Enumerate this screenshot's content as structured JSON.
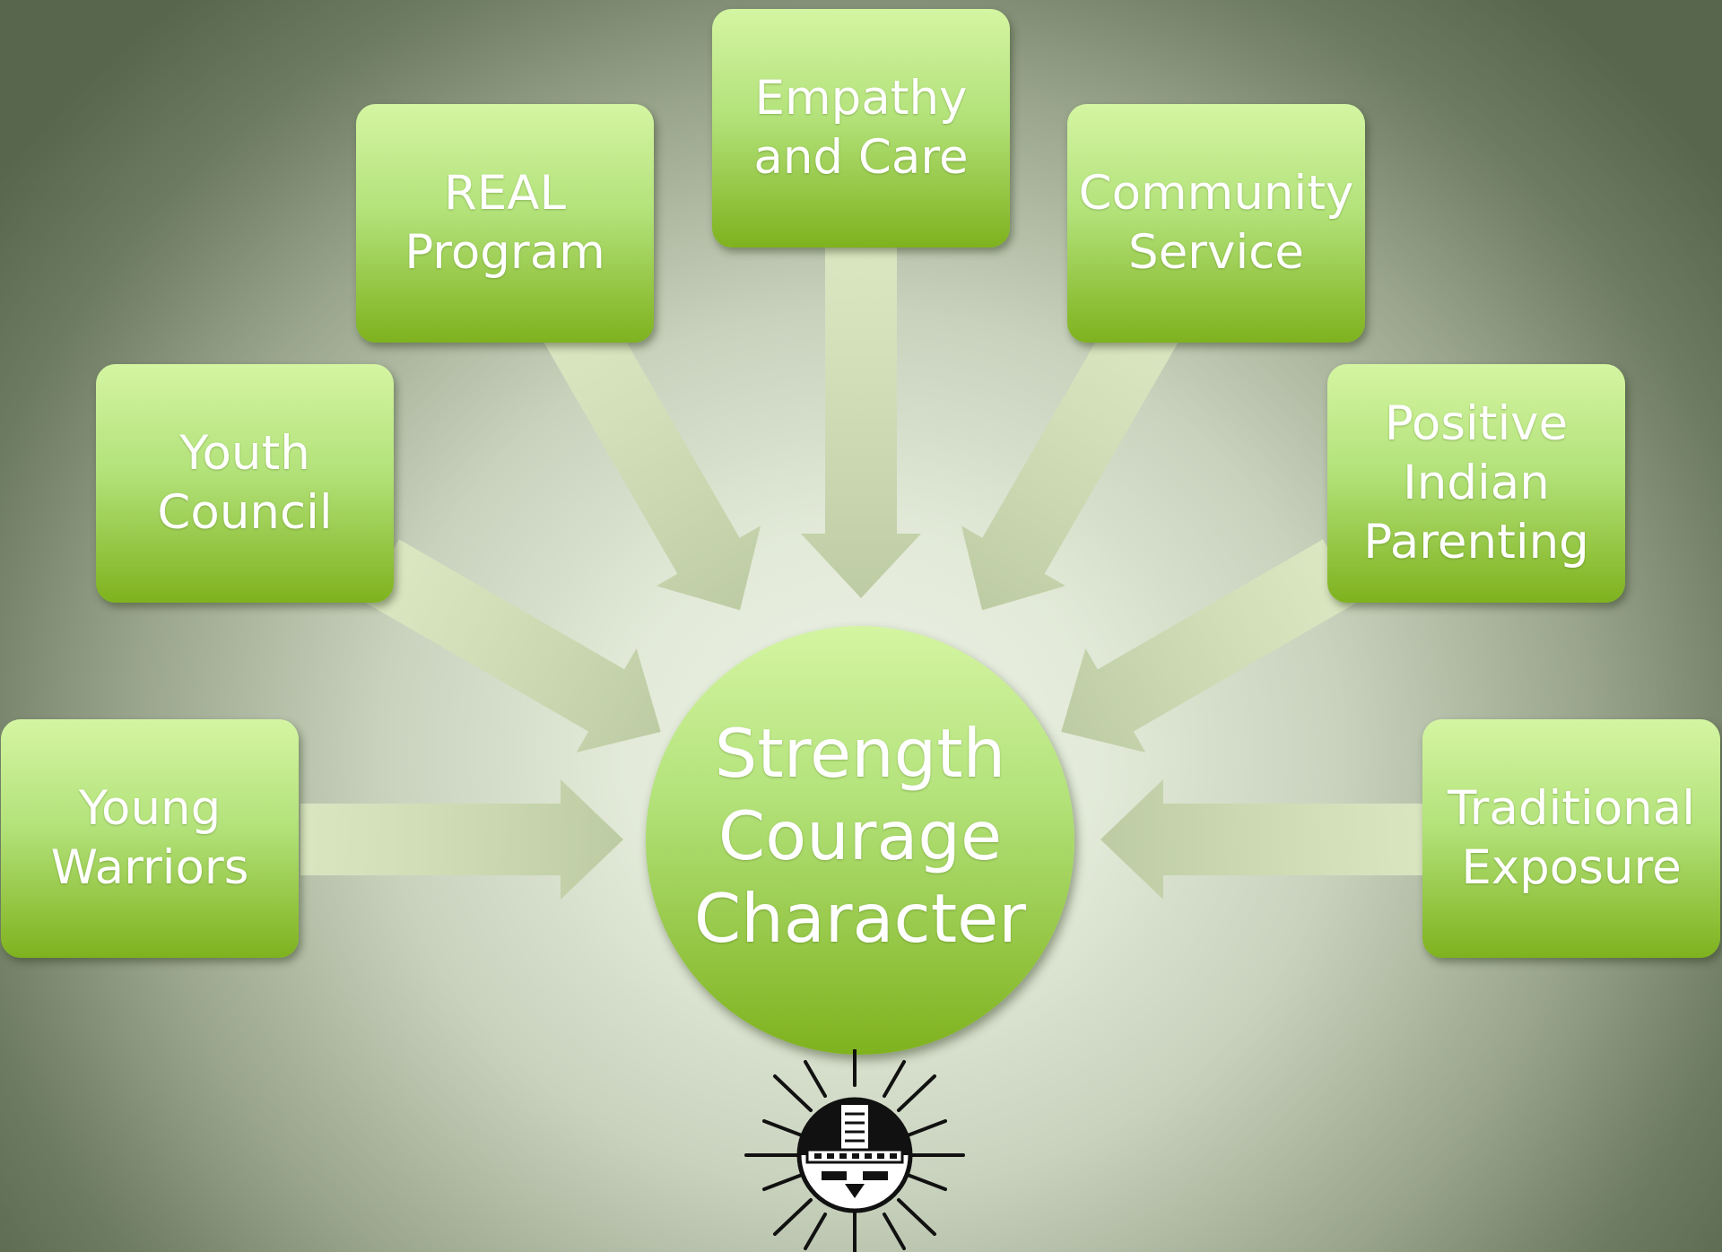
{
  "diagram": {
    "center": {
      "label": "Strength\nCourage\nCharacter"
    },
    "nodes": [
      {
        "id": "young-warriors",
        "label": "Young\nWarriors"
      },
      {
        "id": "youth-council",
        "label": "Youth\nCouncil"
      },
      {
        "id": "real-program",
        "label": "REAL\nProgram"
      },
      {
        "id": "empathy-and-care",
        "label": "Empathy\nand Care"
      },
      {
        "id": "community-service",
        "label": "Community\nService"
      },
      {
        "id": "positive-indian-parenting",
        "label": "Positive\nIndian\nParenting"
      },
      {
        "id": "traditional-exposure",
        "label": "Traditional\nExposure"
      }
    ],
    "logo": {
      "icon": "sun-face-icon"
    }
  },
  "colors": {
    "node_top": "#d4f5a2",
    "node_bottom": "#7fb21e",
    "label": "#ffffff",
    "arrow": "#c9d6ad"
  }
}
